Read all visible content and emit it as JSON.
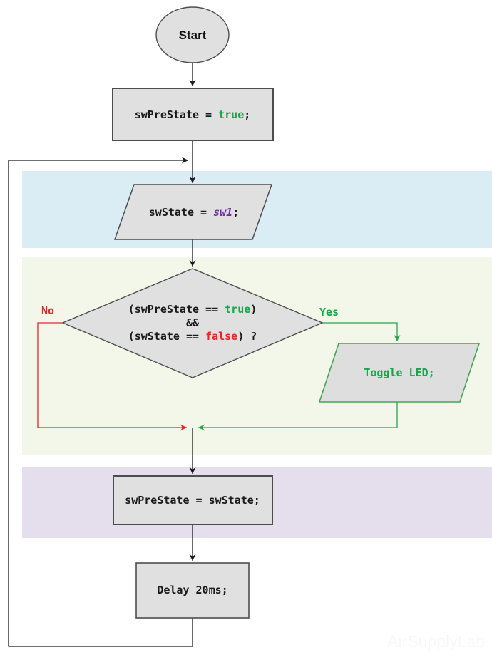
{
  "title": "Switch debounce / toggle LED flowchart",
  "colors": {
    "band_input_blue": "#daedf4",
    "band_decision_green": "#f3f7ea",
    "band_update_purple": "#e5dfed",
    "node_fill": "#e0e0e0",
    "node_border": "#4d4d4d",
    "keyword_true_green": "#18a64c",
    "keyword_false_red": "#e8262a",
    "variable_purple": "#7030a0",
    "toggle_border_green": "#42a653"
  },
  "nodes": {
    "start": {
      "label": "Start"
    },
    "init": {
      "parts": [
        "swPreState = ",
        "true",
        ";"
      ]
    },
    "read_input": {
      "parts": [
        "swState = ",
        "sw1",
        ";"
      ]
    },
    "decision": {
      "line1": [
        "(swPreState == ",
        "true",
        ")"
      ],
      "line2": "&&",
      "line3": [
        "(swState == ",
        "false",
        ") ?"
      ]
    },
    "toggle": {
      "label": "Toggle LED;"
    },
    "update": {
      "label": "swPreState = swState;"
    },
    "delay": {
      "label": "Delay 20ms;"
    }
  },
  "edges": {
    "yes_label": "Yes",
    "no_label": "No"
  },
  "watermark": {
    "text": "AirSupplyLab"
  }
}
